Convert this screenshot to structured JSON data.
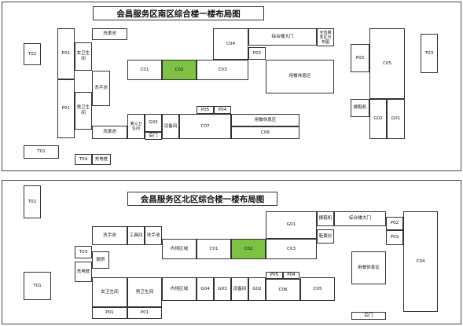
{
  "south": {
    "title": "会昌服务区南区综合楼一楼布局图",
    "rooms": {
      "t02": "T02",
      "p01_top": "P01",
      "womens_restroom": "女卫生间",
      "janitor_top": "洗漱池",
      "washbasin": "洗手池",
      "p01_bottom": "P01",
      "mens_restroom": "男卫生间",
      "janitor_bottom": "洗漱池",
      "c04": "C04",
      "main_entrance": "综合楼大门",
      "provincial_map": "全省服务区分布图",
      "p02": "P02",
      "dining_rest_1": "用餐休息区",
      "c01": "C01",
      "c02": "C02",
      "c03": "C03",
      "p03": "P03",
      "c05": "C05",
      "t03": "T03",
      "shoe_shine": "擦鞋机",
      "g02": "G02",
      "g01": "G01",
      "third_restroom": "第三卫生间",
      "g03": "G03",
      "back_door": "后门",
      "equipment_room": "设备间",
      "p05": "P05",
      "p04": "P04",
      "c07": "C07",
      "dining_rest_2": "用餐休息区",
      "c06": "C06",
      "t01": "T01",
      "t04": "T04",
      "charging_pile": "充电桩"
    }
  },
  "north": {
    "title": "会昌服务区北区综合楼一楼布局图",
    "rooms": {
      "t02": "T02",
      "t01": "T01",
      "t03": "T03",
      "kitchen": "厨房",
      "charging_pile": "充电桩",
      "washbasin_1": "洗手池",
      "tool_room": "工具间",
      "washbasin_2": "洗手池",
      "inner_area_1": "内场区域",
      "c01": "C01",
      "c02": "C02",
      "c03": "C03",
      "g01": "G01",
      "shoe_shine": "擦鞋机",
      "main_entrance": "综合楼大门",
      "shoe_cover": "鞋套仪",
      "p02": "P02",
      "p03": "P03",
      "c04": "C04",
      "dining_rest": "用餐休息区",
      "womens_restroom": "女卫生间",
      "mens_restroom": "男卫生间",
      "inner_area_2": "内场区域",
      "g04": "G04",
      "g03": "G03",
      "equipment_room": "设备间",
      "g02": "G02",
      "p05": "P05",
      "p04": "P04",
      "c06": "C06",
      "c05": "C05",
      "p01_a": "P01",
      "p01_b": "P01",
      "back_door": "后门"
    }
  },
  "colors": {
    "highlight": "#7dc243",
    "border": "#333333"
  }
}
